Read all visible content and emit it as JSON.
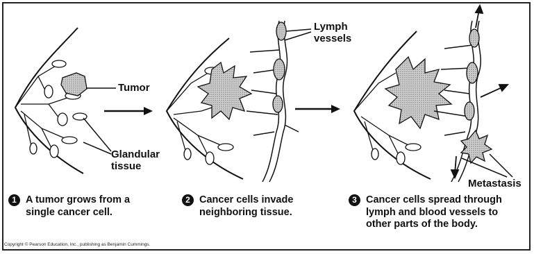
{
  "labels": {
    "tumor": "Tumor",
    "lymph_vessels_1": "Lymph",
    "lymph_vessels_2": "vessels",
    "glandular_1": "Glandular",
    "glandular_2": "tissue",
    "metastasis": "Metastasis"
  },
  "steps": [
    {
      "number": "1",
      "line1": "A tumor grows from a",
      "line2": "single cancer cell.",
      "line3": ""
    },
    {
      "number": "2",
      "line1": "Cancer cells invade",
      "line2": "neighboring tissue.",
      "line3": ""
    },
    {
      "number": "3",
      "line1": "Cancer cells spread through",
      "line2": "lymph and blood vessels to",
      "line3": "other parts of the body."
    }
  ],
  "copyright": "Copyright © Pearson Education, Inc., publishing as Benjamin Cummings."
}
